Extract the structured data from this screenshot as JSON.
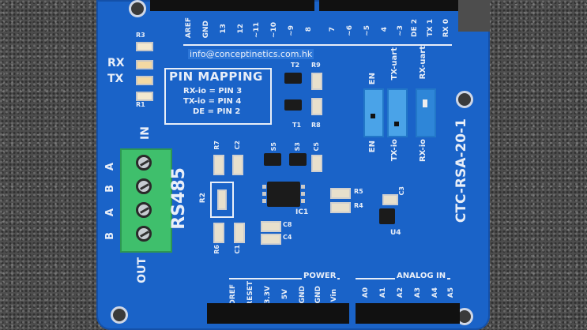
{
  "board": {
    "email": "info@conceptinetics.com.hk",
    "model": "CTC-RSA-20-1",
    "rs485": "RS485",
    "in_label": "IN",
    "out_label": "OUT",
    "terminal_labels": [
      "A",
      "B",
      "A",
      "B"
    ],
    "rx_label": "RX",
    "tx_label": "TX",
    "top_pins": [
      "AREF",
      "GND",
      "13",
      "12",
      "~11",
      "~10",
      "~9",
      "8",
      "7",
      "~6",
      "~5",
      "4",
      "~3",
      "DE 2",
      "TX 1",
      "RX 0"
    ],
    "power_title": "POWER",
    "power_pins": [
      "IOREF",
      "RESET",
      "3.3V",
      "5V",
      "GND",
      "GND",
      "Vin"
    ],
    "analog_title": "ANALOG IN",
    "analog_pins": [
      "A0",
      "A1",
      "A2",
      "A3",
      "A4",
      "A5"
    ],
    "pin_mapping": {
      "title": "PIN MAPPING",
      "lines": [
        "RX-io = PIN 3",
        "TX-io = PIN 4",
        "DE = PIN 2"
      ]
    },
    "jumpers": [
      {
        "top": "EN",
        "bottom": "EN"
      },
      {
        "top": "TX-uart",
        "bottom": "TX-io"
      },
      {
        "top": "RX-uart",
        "bottom": "RX-io"
      }
    ],
    "components": {
      "r3": "R3",
      "r1": "R1",
      "t2": "T2",
      "r9": "R9",
      "t1": "T1",
      "r8": "R8",
      "c2": "C2",
      "r7": "R7",
      "r2": "R2",
      "r6": "R6",
      "c1": "C1",
      "r5": "R5",
      "r4": "R4",
      "ic1": "IC1",
      "c8": "C8",
      "c4": "C4",
      "c3": "C3",
      "u4": "U4",
      "s5": "S5",
      "s3": "S3",
      "c5": "C5"
    }
  },
  "colors": {
    "pcb": "#1a63c8",
    "silkscreen": "#e8eef8",
    "terminal": "#3fbf6c"
  }
}
